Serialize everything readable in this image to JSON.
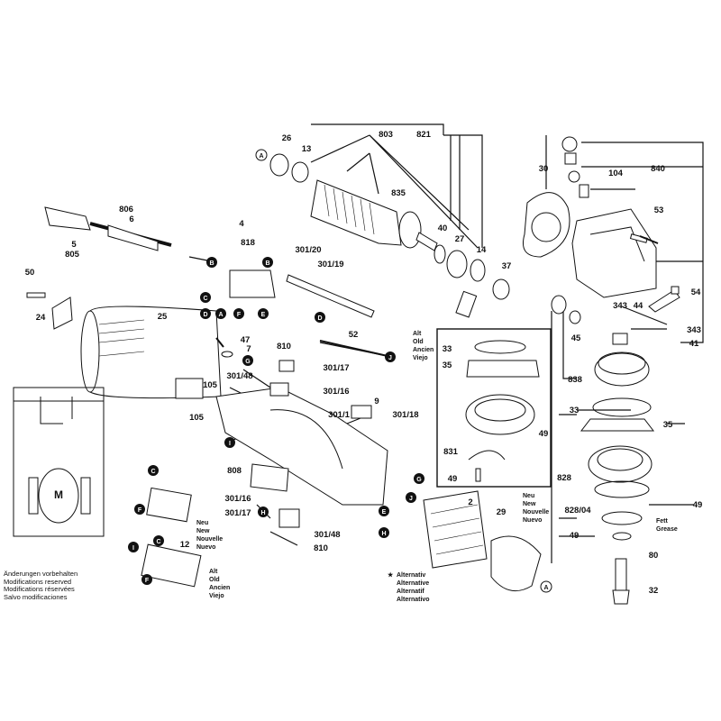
{
  "part_numbers": {
    "p26": "26",
    "p13": "13",
    "p803": "803",
    "p821": "821",
    "p840": "840",
    "p104": "104",
    "p30": "30",
    "p806": "806",
    "p6": "6",
    "p5": "5",
    "p805": "805",
    "p4": "4",
    "p818": "818",
    "p835": "835",
    "p40": "40",
    "p27": "27",
    "p14": "14",
    "p53": "53",
    "p301_20": "301/20",
    "p301_19": "301/19",
    "p37": "37",
    "p50": "50",
    "p24": "24",
    "p25": "25",
    "p54": "54",
    "p343": "343",
    "p44": "44",
    "p343b": "343",
    "p41": "41",
    "p45": "45",
    "p52": "52",
    "p47": "47",
    "p7": "7",
    "p810": "810",
    "p301_48": "301/48",
    "p301_17": "301/17",
    "p301_16": "301/16",
    "p105a": "105",
    "p105b": "105",
    "p33a": "33",
    "p35a": "35",
    "p838": "838",
    "p9": "9",
    "p301_1": "301/1",
    "p301_18": "301/18",
    "p831": "831",
    "p49a": "49",
    "p49b": "49",
    "p33b": "33",
    "p35b": "35",
    "p808": "808",
    "p828": "828",
    "p49c": "49",
    "p2": "2",
    "p29": "29",
    "p828_04": "828/04",
    "p49d": "49",
    "p301_16b": "301/16",
    "p301_17b": "301/17",
    "p301_48b": "301/48",
    "p810b": "810",
    "p12": "12",
    "p80": "80",
    "p32": "32"
  },
  "circle_letters": {
    "A": "A",
    "B": "B",
    "C": "C",
    "D": "D",
    "E": "E",
    "F": "F",
    "G": "G",
    "H": "H",
    "I": "I",
    "J": "J"
  },
  "version_block": [
    "Alt",
    "Old",
    "Ancien",
    "Viejo"
  ],
  "version_block_new": [
    "Neu",
    "New",
    "Nouvelle",
    "Nuevo"
  ],
  "alternative_block": [
    "Alternativ",
    "Alternative",
    "Alternatif",
    "Alternativo"
  ],
  "felt_grease": [
    "Fett",
    "Grease"
  ],
  "motor_symbol": "M",
  "notes": [
    "Änderungen vorbehalten",
    "Modifications reserved",
    "Modifications réservées",
    "Salvo modificaciones"
  ],
  "colors": {
    "line": "#111111",
    "bg": "#ffffff",
    "marker": "#111111"
  }
}
